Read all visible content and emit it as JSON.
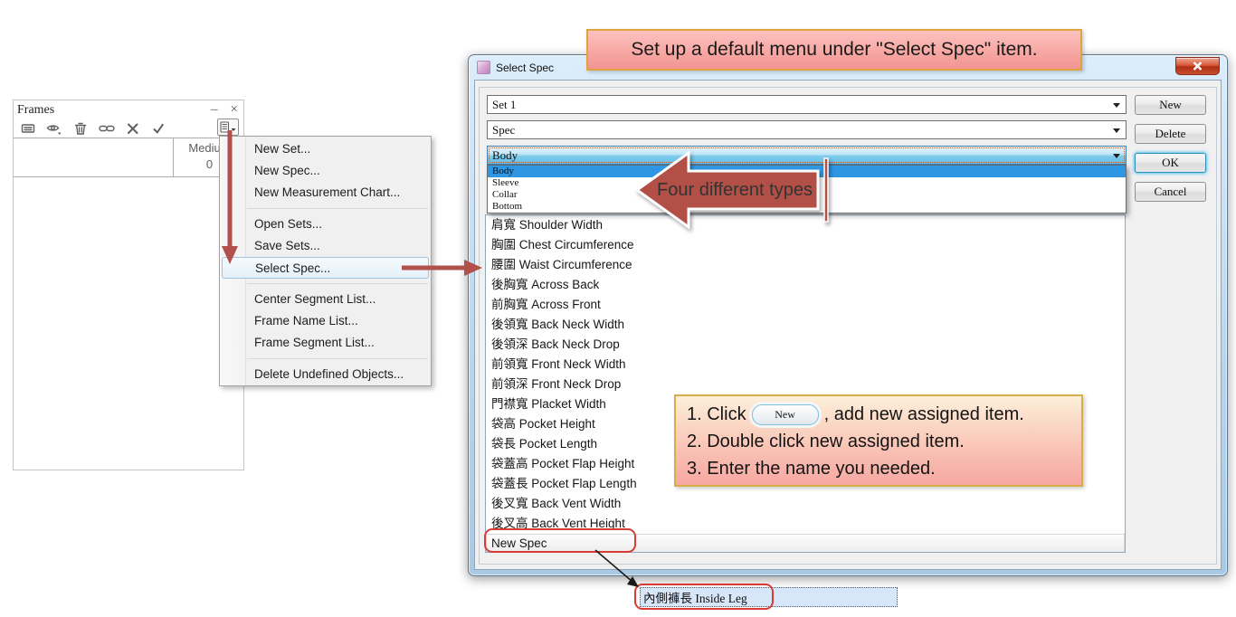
{
  "frames_panel": {
    "title": "Frames",
    "minimize_glyph": "–",
    "close_glyph": "×",
    "toolbar_icons": [
      "name-list-icon",
      "visibility-icon",
      "delete-icon",
      "link-icon",
      "remove-icon",
      "confirm-icon",
      "spec-menu-icon"
    ],
    "table": {
      "column_header": "Medium",
      "column_value": "0"
    }
  },
  "context_menu": {
    "items": [
      {
        "label": "New Set...",
        "cls": ""
      },
      {
        "label": "New Spec...",
        "cls": ""
      },
      {
        "label": "New Measurement Chart...",
        "cls": ""
      },
      {
        "label": "Open Sets...",
        "cls": "group"
      },
      {
        "label": "Save Sets...",
        "cls": ""
      },
      {
        "label": "Select Spec...",
        "cls": "highlighted"
      },
      {
        "label": "Center Segment List...",
        "cls": "group"
      },
      {
        "label": "Frame Name List...",
        "cls": ""
      },
      {
        "label": "Frame Segment List...",
        "cls": ""
      },
      {
        "label": "Delete Undefined Objects...",
        "cls": "group"
      }
    ]
  },
  "dialog": {
    "title": "Select Spec",
    "set_combo": {
      "value": "Set 1"
    },
    "spec_combo": {
      "value": "Spec"
    },
    "type_combo": {
      "value": "Body"
    },
    "type_options": [
      {
        "label": "Body",
        "cls": "selected"
      },
      {
        "label": "Sleeve",
        "cls": ""
      },
      {
        "label": "Collar",
        "cls": ""
      },
      {
        "label": "Bottom",
        "cls": ""
      }
    ],
    "buttons": {
      "new": "New",
      "delete": "Delete",
      "ok": "OK",
      "cancel": "Cancel"
    },
    "spec_items": [
      {
        "label": "肩寬 Shoulder Width",
        "cls": ""
      },
      {
        "label": "胸圍 Chest Circumference",
        "cls": ""
      },
      {
        "label": "腰圍 Waist Circumference",
        "cls": ""
      },
      {
        "label": "後胸寬 Across Back",
        "cls": ""
      },
      {
        "label": "前胸寬 Across Front",
        "cls": ""
      },
      {
        "label": "後領寬 Back Neck Width",
        "cls": ""
      },
      {
        "label": "後領深 Back Neck Drop",
        "cls": ""
      },
      {
        "label": "前領寬 Front Neck Width",
        "cls": ""
      },
      {
        "label": "前領深 Front Neck Drop",
        "cls": ""
      },
      {
        "label": "門襟寬 Placket Width",
        "cls": ""
      },
      {
        "label": "袋高 Pocket Height",
        "cls": ""
      },
      {
        "label": "袋長 Pocket Length",
        "cls": ""
      },
      {
        "label": "袋蓋高 Pocket Flap Height",
        "cls": ""
      },
      {
        "label": "袋蓋長 Pocket Flap Length",
        "cls": ""
      },
      {
        "label": "後叉寬 Back Vent Width",
        "cls": ""
      },
      {
        "label": "後叉高 Back Vent Height",
        "cls": ""
      },
      {
        "label": "New Spec",
        "cls": "new-spec"
      }
    ]
  },
  "annotations": {
    "top_callout": "Set up a default menu under \"Select Spec\" item.",
    "arrow_callout": "Four different types",
    "step1_prefix": "1. Click",
    "step1_button": "New",
    "step1_suffix": ", add new assigned item.",
    "step2": "2. Double click new assigned item.",
    "step3": "3. Enter the name you needed.",
    "new_spec_name": "內側褲長 Inside Leg"
  },
  "colors": {
    "annotation_red": "#b2504c",
    "outline_red": "#d83c34",
    "callout_border": "#dcaa46",
    "callout_pink": "#f5a0a0",
    "selection_blue": "#2e96e2",
    "combo_focus_blue": "#66bfe8",
    "titlebar_blue": "#b9d5ec"
  }
}
